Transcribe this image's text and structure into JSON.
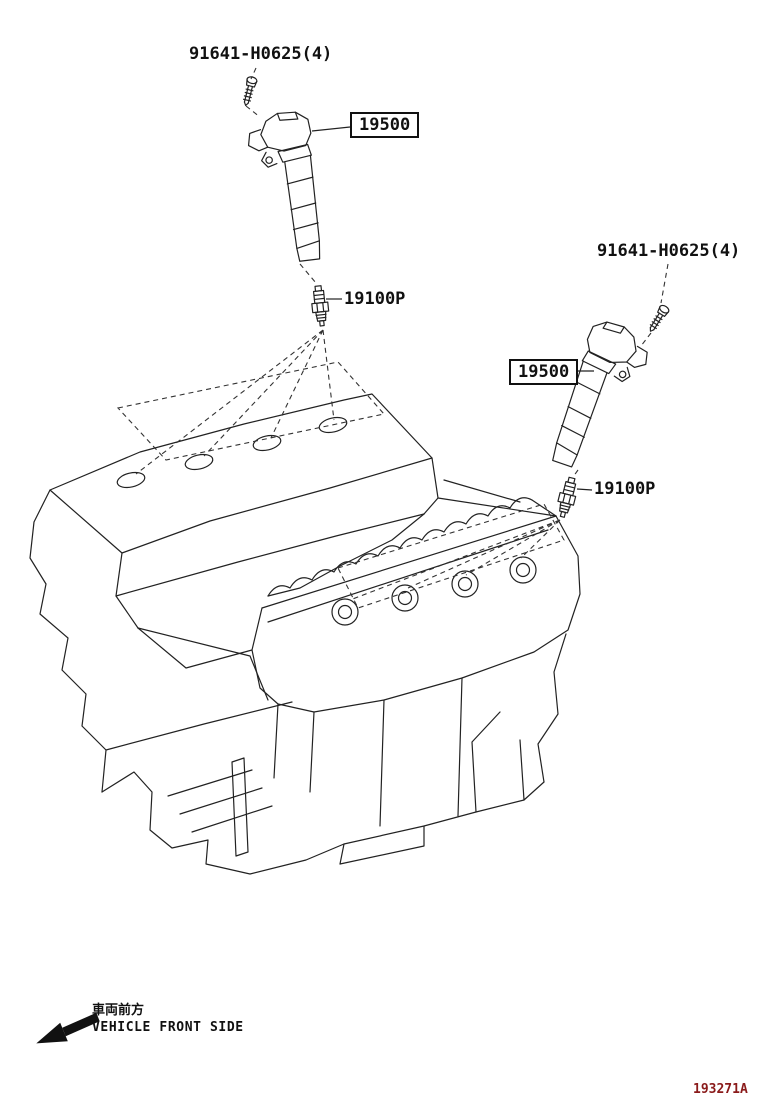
{
  "page": {
    "background": "#ffffff",
    "line_color": "#222222",
    "diagram_code": "193271A",
    "diagram_code_color": "#8a1a1a"
  },
  "callouts": {
    "bolt_top": "91641-H0625(4)",
    "coil_top": "19500",
    "plug_top": "19100P",
    "bolt_right": "91641-H0625(4)",
    "coil_right": "19500",
    "plug_right": "19100P"
  },
  "front_indicator": {
    "japanese": "車両前方",
    "english": "VEHICLE FRONT SIDE"
  },
  "icons": {
    "front_arrow": "arrow-pointing-down-left"
  }
}
